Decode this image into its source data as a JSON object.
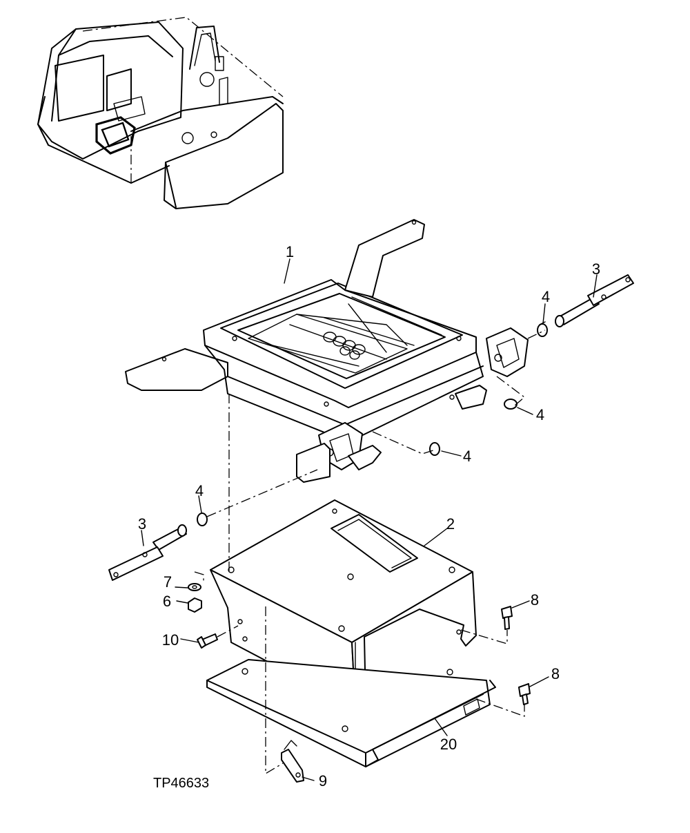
{
  "figure_id": "TP46633",
  "callouts": {
    "c1": "1",
    "c2": "2",
    "c3a": "3",
    "c3b": "3",
    "c4a": "4",
    "c4b": "4",
    "c4c": "4",
    "c4d": "4",
    "c6": "6",
    "c7": "7",
    "c8a": "8",
    "c8b": "8",
    "c9": "9",
    "c10": "10",
    "c20": "20"
  }
}
